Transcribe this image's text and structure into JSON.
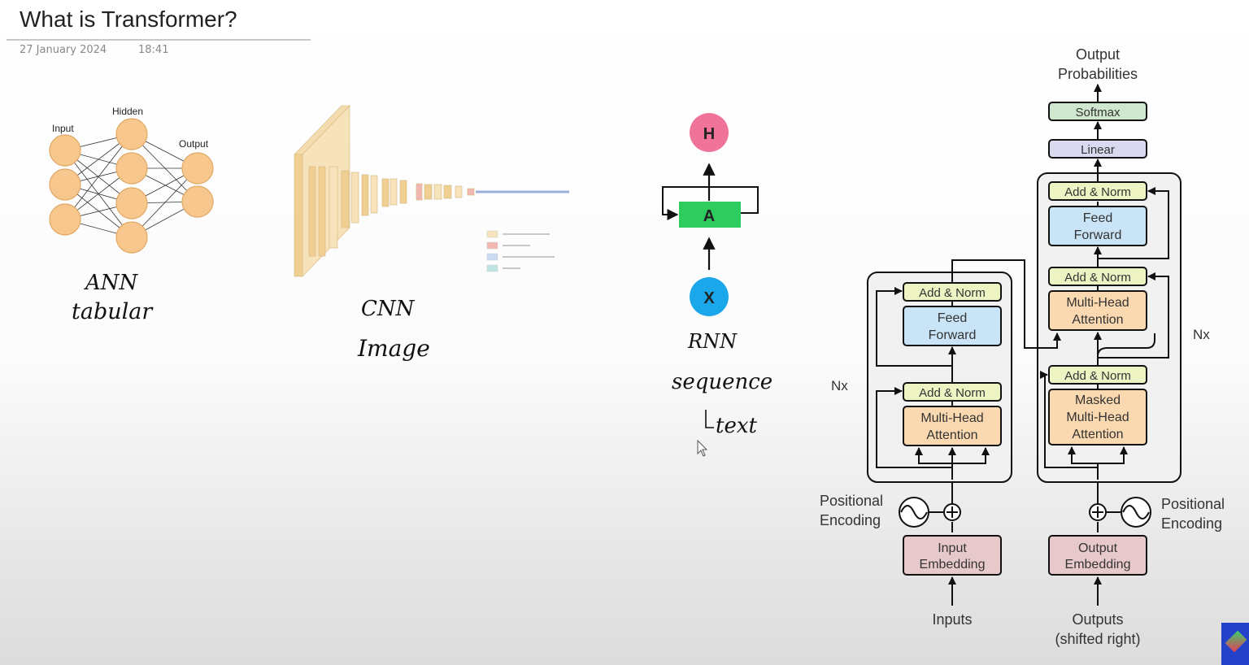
{
  "header": {
    "title": "What is Transformer?",
    "date": "27 January 2024",
    "time": "18:41"
  },
  "ann": {
    "layer_labels": {
      "input": "Input",
      "hidden": "Hidden",
      "output": "Output"
    },
    "notes": [
      "ANN",
      "tabular"
    ]
  },
  "cnn": {
    "notes": [
      "CNN",
      "Image"
    ]
  },
  "rnn": {
    "nodes": {
      "hidden": "H",
      "cell": "A",
      "input": "X"
    },
    "notes": [
      "RNN",
      "sequence",
      "text"
    ]
  },
  "transformer": {
    "top_label": [
      "Output",
      "Probabilities"
    ],
    "softmax": "Softmax",
    "linear": "Linear",
    "add_norm": "Add & Norm",
    "feed_forward": [
      "Feed",
      "Forward"
    ],
    "mha": [
      "Multi-Head",
      "Attention"
    ],
    "masked_mha": [
      "Masked",
      "Multi-Head",
      "Attention"
    ],
    "nx": "Nx",
    "pos_enc": [
      "Positional",
      "Encoding"
    ],
    "input_embedding": [
      "Input",
      "Embedding"
    ],
    "output_embedding": [
      "Output",
      "Embedding"
    ],
    "inputs": "Inputs",
    "outputs": [
      "Outputs",
      "(shifted right)"
    ]
  },
  "colors": {
    "neuron": "#f8c78d",
    "rnn_h": "#f0739a",
    "rnn_a": "#2ecc5f",
    "rnn_x": "#1aa8ea",
    "add_norm": "#eef3c3",
    "feed_forward": "#c9e4f6",
    "attention": "#fbd9b0",
    "embedding": "#e8c9cb",
    "linear": "#d9d9f0",
    "softmax": "#cfe7cf"
  }
}
